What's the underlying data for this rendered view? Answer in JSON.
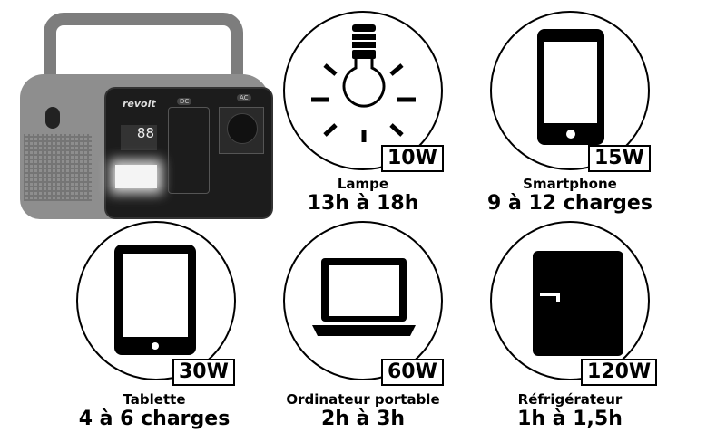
{
  "product": {
    "brand": "revolt",
    "display": "88",
    "dc_label": "DC",
    "ac_label": "AC"
  },
  "devices": [
    {
      "name": "Lampe",
      "power": "10W",
      "duration": "13h à 18h",
      "icon": "light-bulb-icon"
    },
    {
      "name": "Smartphone",
      "power": "15W",
      "duration": "9 à 12 charges",
      "icon": "smartphone-icon"
    },
    {
      "name": "Tablette",
      "power": "30W",
      "duration": "4 à 6 charges",
      "icon": "tablet-icon"
    },
    {
      "name": "Ordinateur portable",
      "power": "60W",
      "duration": "2h à 3h",
      "icon": "laptop-icon"
    },
    {
      "name": "Réfrigérateur",
      "power": "120W",
      "duration": "1h à 1,5h",
      "icon": "refrigerator-icon"
    }
  ]
}
